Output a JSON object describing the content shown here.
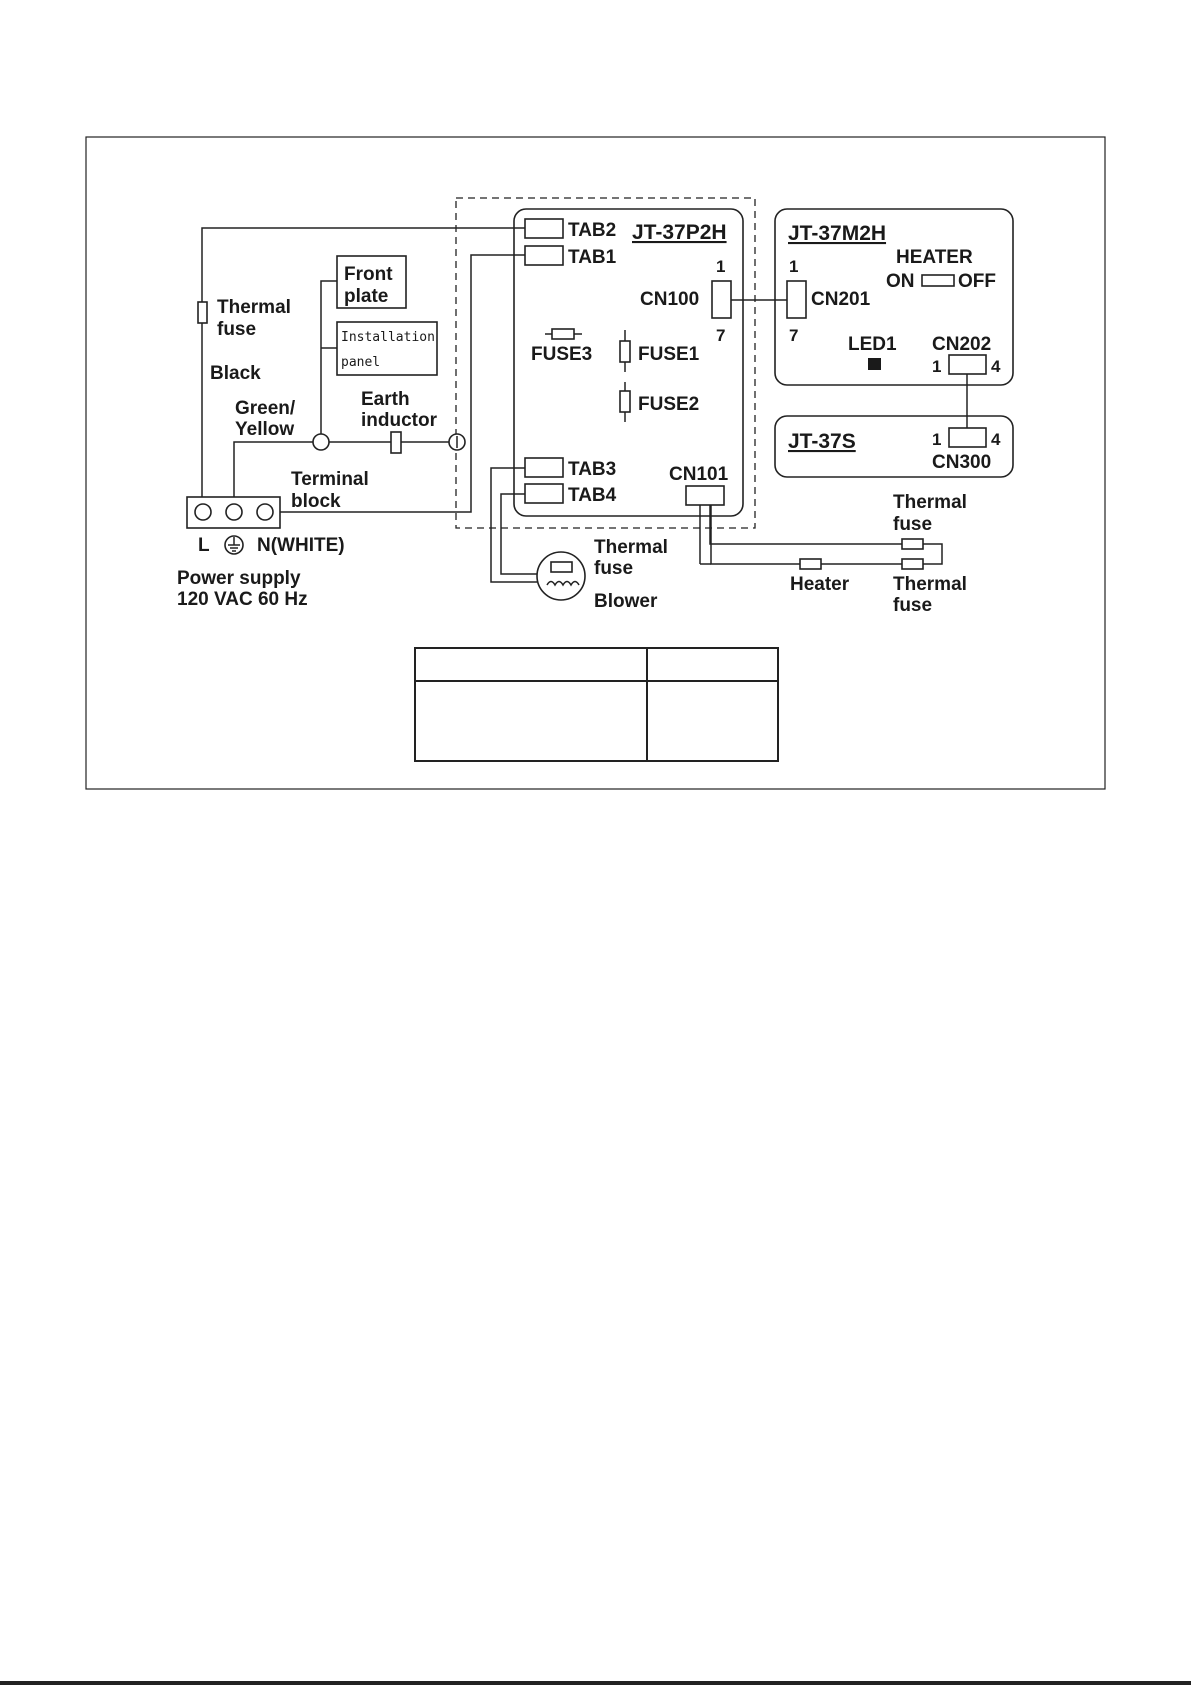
{
  "boards": {
    "power": "JT-37P2H",
    "main": "JT-37M2H",
    "sensor": "JT-37S"
  },
  "power_board": {
    "tab2": "TAB2",
    "tab1": "TAB1",
    "tab3": "TAB3",
    "tab4": "TAB4",
    "cn100": "CN100",
    "cn100_pin1": "1",
    "cn100_pin7": "7",
    "cn101": "CN101",
    "fuse1": "FUSE1",
    "fuse2": "FUSE2",
    "fuse3": "FUSE3"
  },
  "main_board": {
    "heater_label": "HEATER",
    "on_label": "ON",
    "off_label": "OFF",
    "cn201": "CN201",
    "cn201_pin1": "1",
    "cn201_pin7": "7",
    "led": "LED1",
    "cn202": "CN202",
    "cn202_pin1": "1",
    "cn202_pin4": "4"
  },
  "sensor_board": {
    "cn300": "CN300",
    "cn300_pin1": "1",
    "cn300_pin4": "4"
  },
  "left_side": {
    "thermal_fuse_line1": "Thermal",
    "thermal_fuse_line2": "fuse",
    "black": "Black",
    "green_yellow_line1": "Green/",
    "green_yellow_line2": "Yellow",
    "front_plate_line1": "Front",
    "front_plate_line2": "plate",
    "installation_panel_line1": "Installation",
    "installation_panel_line2": "panel",
    "earth_inductor_line1": "Earth",
    "earth_inductor_line2": "inductor",
    "terminal_block_line1": "Terminal",
    "terminal_block_line2": "block",
    "terminal_l": "L",
    "terminal_n": "N(WHITE)",
    "power_supply_line1": "Power supply",
    "power_supply_line2": "120 VAC  60 Hz"
  },
  "blower": {
    "thermal_fuse_line1": "Thermal",
    "thermal_fuse_line2": "fuse",
    "blower": "Blower"
  },
  "heater_circuit": {
    "thermal_fuse_top_line1": "Thermal",
    "thermal_fuse_top_line2": "fuse",
    "heater": "Heater",
    "thermal_fuse_bottom_line1": "Thermal",
    "thermal_fuse_bottom_line2": "fuse"
  }
}
